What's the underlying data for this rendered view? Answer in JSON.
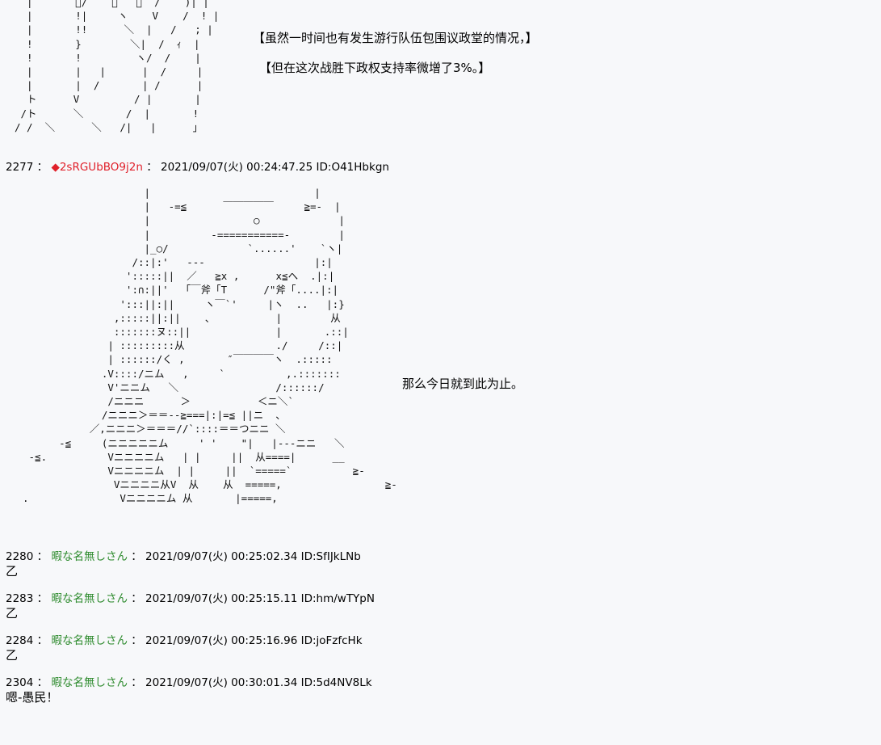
{
  "top_scene": {
    "narration_lines": [
      "【虽然一时间也有发生游行队伍包围议政堂的情况，】",
      "【但在这次战胜下政权支持率微增了3%。】"
    ]
  },
  "posts": [
    {
      "number": "2277",
      "separator": "：",
      "trip_mark": "◆",
      "name": "2sRGUbBO9j2n",
      "sep2": "：",
      "date": "2021/09/07(火) 00:24:47.25",
      "id": "ID:O41Hbkgn",
      "narration": "那么今日就到此为止。"
    },
    {
      "number": "2280",
      "separator": "：",
      "name": "暇な名無しさん",
      "sep2": "：",
      "date": "2021/09/07(火) 00:25:02.34",
      "id": "ID:SfIJkLNb",
      "body": "乙"
    },
    {
      "number": "2283",
      "separator": "：",
      "name": "暇な名無しさん",
      "sep2": "：",
      "date": "2021/09/07(火) 00:25:15.11",
      "id": "ID:hm/wTYpN",
      "body": "乙"
    },
    {
      "number": "2284",
      "separator": "：",
      "name": "暇な名無しさん",
      "sep2": "：",
      "date": "2021/09/07(火) 00:25:16.96",
      "id": "ID:joFzfcHk",
      "body": "乙"
    },
    {
      "number": "2304",
      "separator": "：",
      "name": "暇な名無しさん",
      "sep2": "：",
      "date": "2021/09/07(火) 00:30:01.34",
      "id": "ID:5d4NV8Lk",
      "body": "嗯-愚民！"
    }
  ],
  "ascii_art": {
    "top": "  |       ゙/    ゙   ゙  /    )| |\n  |       !|     ヽ    V    /  ! |\n  |       !!      ＼  |   /   ; |\n  !       }        ＼|  /  ｨ  |\n  !       !         ヽ/  /    |\n  |       |   |      |  /     |\n  |       |  /       | /      |\n  ト      V         / |       |\n /ト      ＼       /  |       !\n/ /  ＼      ＼   /|   |      」",
    "main": "                    |                           |\n                    |   -=≦      ￣￣￣￣￣     ≧=-  |\n                    |                 ○             |\n                    |          -===========-        |\n                    |_○/             `......'    `ヽ|\n                  /::|:'   ---                  |:|\n                 ':::::||  ／   ≧x ,      x≦へ  .|:|\n                 ':∩:||'  「￣斧「T      /\"斧「....|:|\n                ':::||:||     ヽ￣`'     |ヽ  ..   |:}\n               ,:::::||:||    、          |        从\n               :::::::ヌ::||              |       .::|\n              | :::::::::从               ./     /::|\n              | ::::::/く ,       ″￣￣￣￣ヽ  .:::::\n             .V::::/ニム   ,     `          ,.:::::::\n              V'ニニム   ＼                /::::::/\n              /ニニニ      ＞           ＜ニ＼`\n             /ニニニ＞＝＝--≧===|:|=≦ ||ニ  、\n           ／,ニニニ＞＝＝＝//`::::＝＝つニニ ＼\n      -≦     (ニニニニニム     ' '    \"|   |---ニニ   ＼\n -≦.          Vニニニニム   | |     ||  从====|      __\n              Vニニニニム  | |     ||  `=====`          ≧-\n               Vニニニニ从V  从    从  =====,                 ≧-\n.               Vニニニニム 从       |=====,"
  }
}
